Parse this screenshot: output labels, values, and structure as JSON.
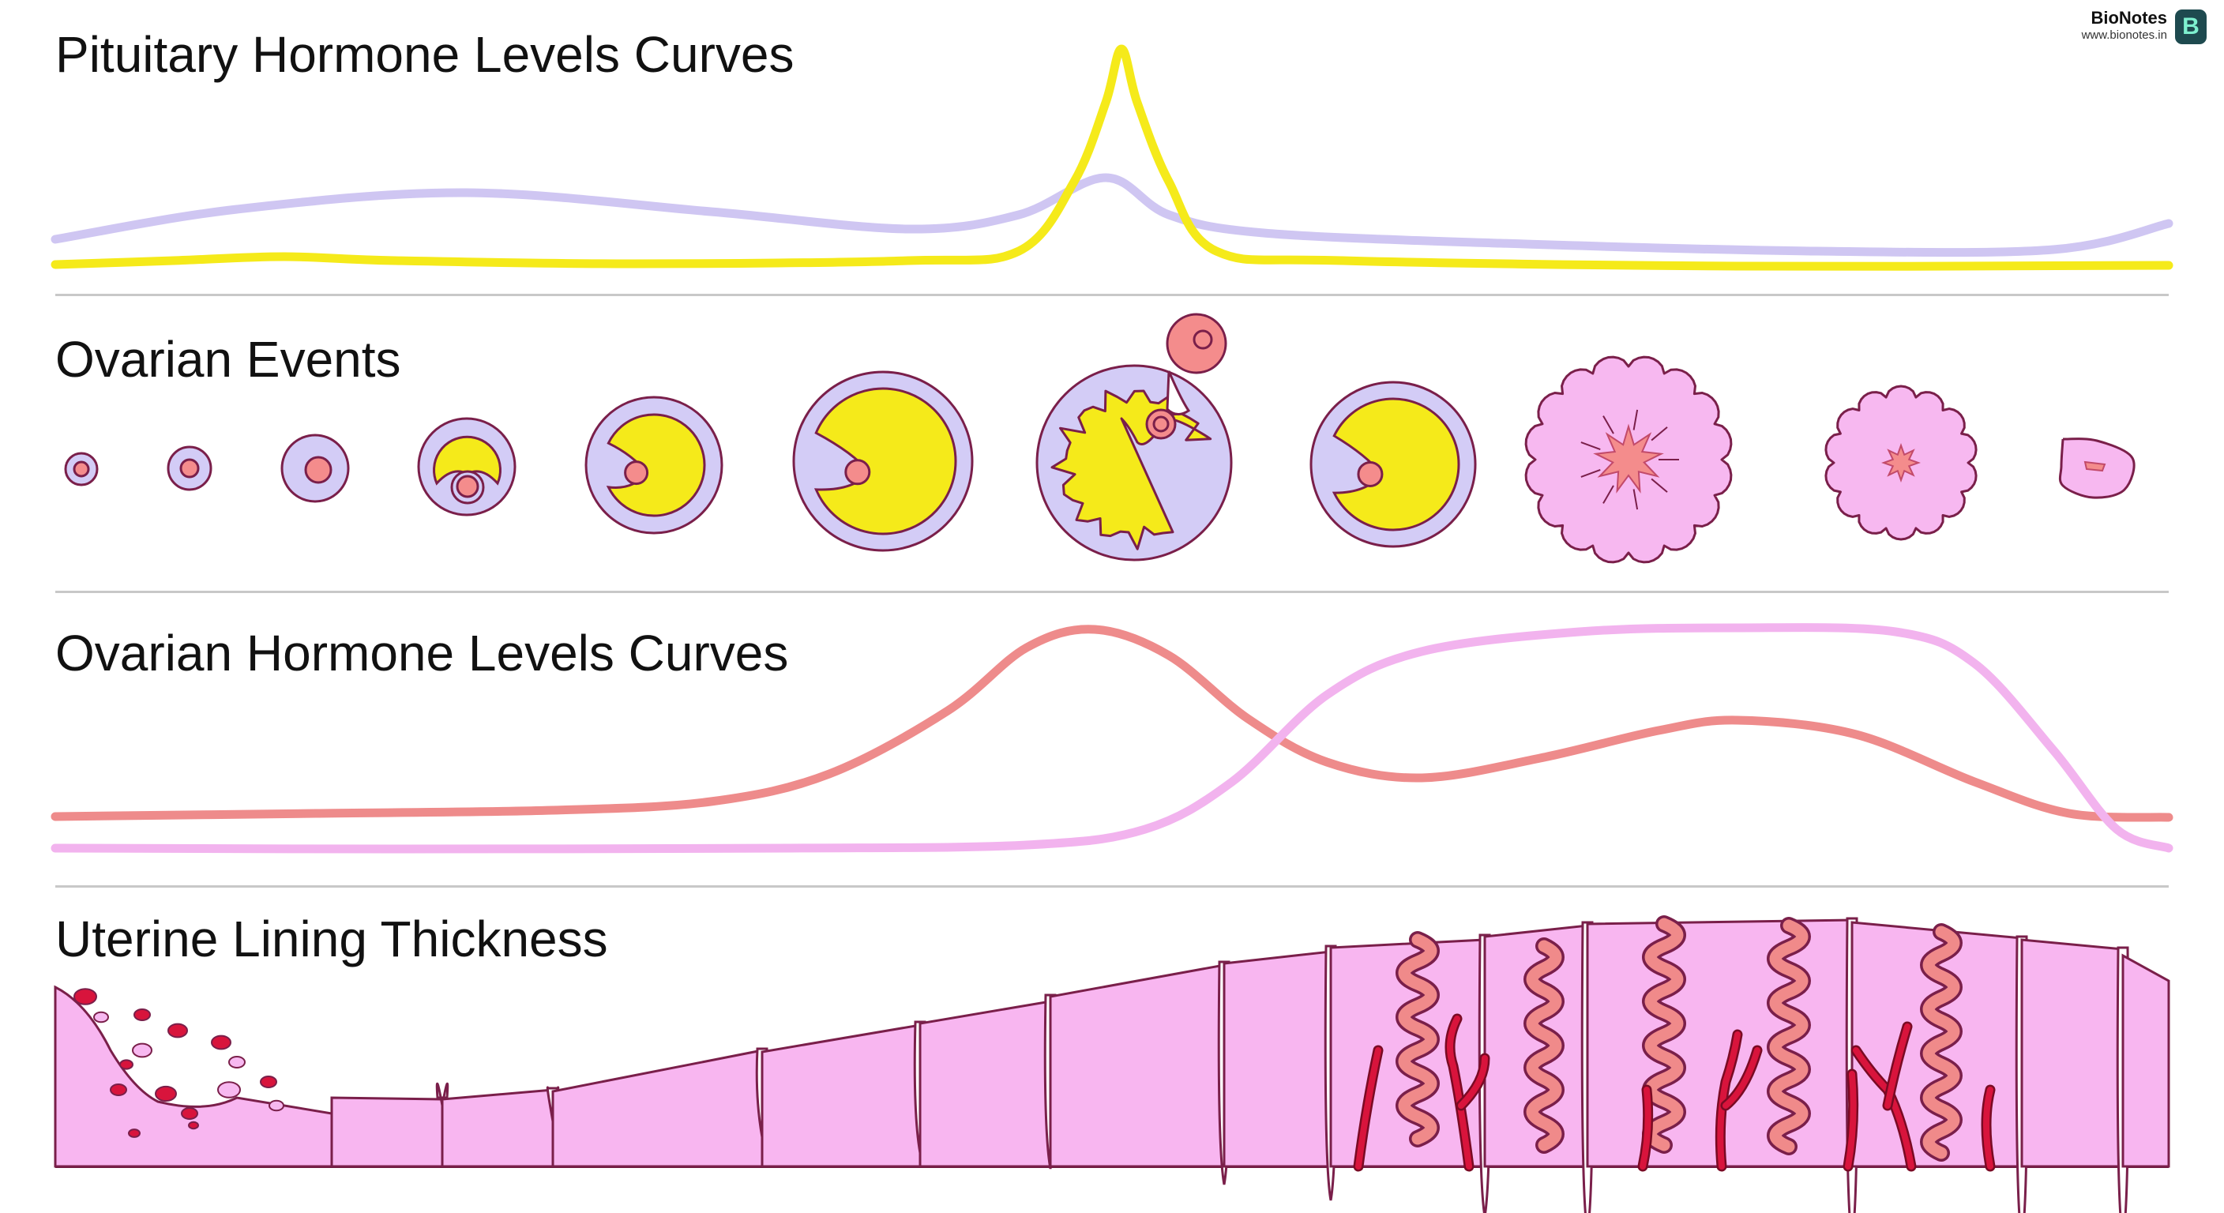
{
  "sections": {
    "pituitary": {
      "title": "Pituitary Hormone Levels Curves"
    },
    "ovarian_events": {
      "title": "Ovarian Events"
    },
    "ovarian_hormones": {
      "title": "Ovarian Hormone Levels Curves"
    },
    "uterine": {
      "title": "Uterine Lining Thickness"
    }
  },
  "branding": {
    "name": "BioNotes",
    "url": "www.bionotes.in",
    "logo_letter": "B"
  },
  "colors": {
    "lh_yellow": "#f5ea1a",
    "fsh_lavender": "#cfc6f2",
    "estrogen_salmon": "#ee8b8b",
    "progesterone_pink": "#f2b3ee",
    "follicle_wall": "#d3ccf6",
    "follicle_outline": "#7a1f4a",
    "oocyte": "#f48c8c",
    "corpus_luteum": "#f7b8f0",
    "endometrium": "#f8b6f0",
    "artery_red": "#d8143c",
    "gland_pink": "#f08a8a",
    "divider": "#c8c8c8"
  },
  "ovarian_stages": [
    "primordial-follicle",
    "primary-follicle",
    "secondary-follicle",
    "early-antral-follicle",
    "antral-follicle",
    "mature-graafian-follicle",
    "ovulation",
    "post-ovulation-follicle",
    "corpus-luteum",
    "regressing-corpus-luteum",
    "corpus-albicans"
  ]
}
